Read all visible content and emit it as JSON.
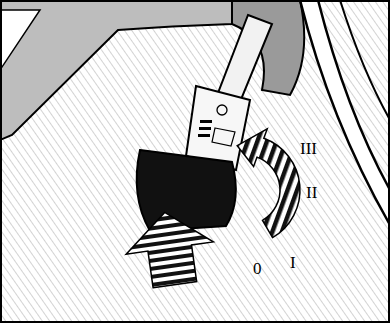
{
  "diagram": {
    "labels": [
      "III",
      "II",
      "I",
      "0"
    ]
  }
}
